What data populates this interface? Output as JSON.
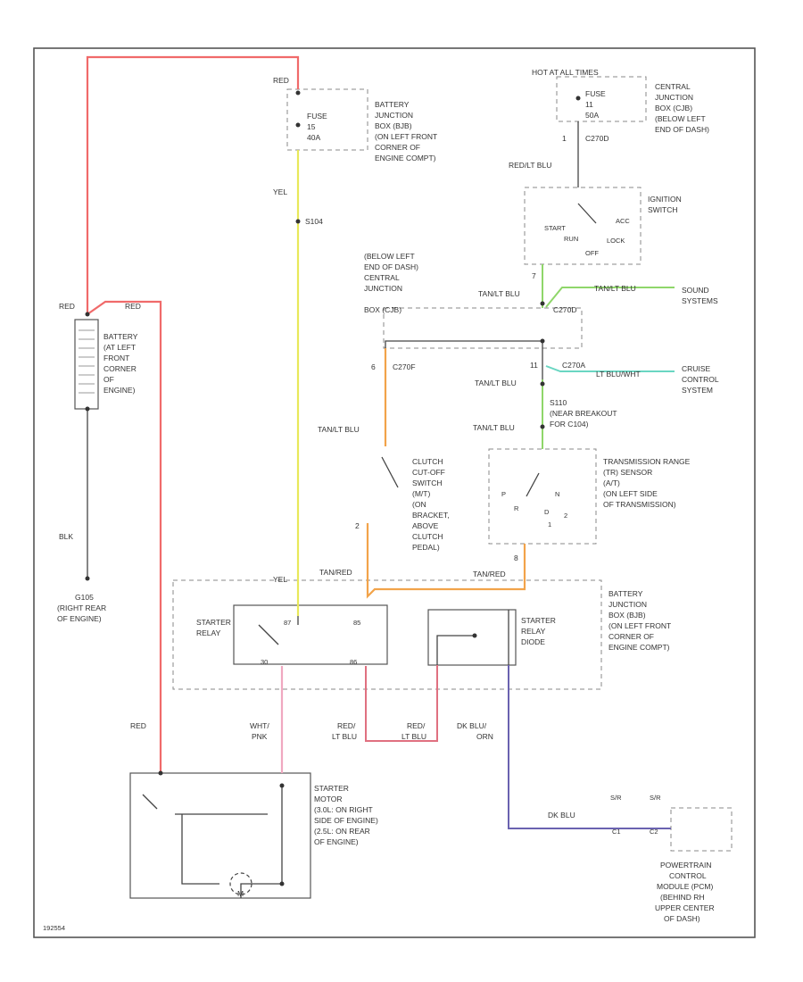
{
  "colors": {
    "red": "#f06a6a",
    "yellow": "#e8e85a",
    "orange": "#f2a34a",
    "green": "#8fd66a",
    "teal": "#6ad6c2",
    "purple": "#6a62b0",
    "pink": "#f0a8c0",
    "black": "#444444"
  },
  "labels": {
    "red_top": "RED",
    "fuse_bjb": "FUSE",
    "fuse_bjb_num": "15",
    "fuse_bjb_amp": "40A",
    "bjb_top_1": "BATTERY",
    "bjb_top_2": "JUNCTION",
    "bjb_top_3": "BOX (BJB)",
    "bjb_top_4": "(ON LEFT FRONT",
    "bjb_top_5": "CORNER OF",
    "bjb_top_6": "ENGINE COMPT)",
    "yel": "YEL",
    "s104": "S104",
    "red_batt": "RED",
    "red_batt2": "RED",
    "battery_1": "BATTERY",
    "battery_2": "(AT LEFT",
    "battery_3": "FRONT",
    "battery_4": "CORNER",
    "battery_5": "OF",
    "battery_6": "ENGINE)",
    "blk": "BLK",
    "g105_1": "G105",
    "g105_2": "(RIGHT REAR",
    "g105_3": "OF ENGINE)",
    "hot_at_all": "HOT AT ALL TIMES",
    "fuse_cjb": "FUSE",
    "fuse_cjb_num": "11",
    "fuse_cjb_amp": "50A",
    "cjb_top_1": "CENTRAL",
    "cjb_top_2": "JUNCTION",
    "cjb_top_3": "BOX (CJB)",
    "cjb_top_4": "(BELOW LEFT",
    "cjb_top_5": "END OF DASH)",
    "c270d_1": "1",
    "c270d": "C270D",
    "redlt_blu": "RED/LT BLU",
    "ign_1": "IGNITION",
    "ign_2": "SWITCH",
    "ign_start": "START",
    "ign_run": "RUN",
    "ign_acc": "ACC",
    "ign_lock": "LOCK",
    "ign_off": "OFF",
    "cjb_mid_1": "(BELOW LEFT",
    "cjb_mid_2": "END OF DASH)",
    "cjb_mid_3": "CENTRAL",
    "cjb_mid_4": "JUNCTION",
    "cjb_mid_5": "BOX (CJB)",
    "pin_7": "7",
    "tanlt_blu_1": "TAN/LT BLU",
    "c270d_2": "C270D",
    "tanlt_blu_sound": "TAN/LT BLU",
    "sound_1": "SOUND",
    "sound_2": "SYSTEMS",
    "pin_6": "6",
    "c270f": "C270F",
    "pin_11": "11",
    "c270a": "C270A",
    "lt_bluwht": "LT BLU/WHT",
    "cruise_1": "CRUISE",
    "cruise_2": "CONTROL",
    "cruise_3": "SYSTEM",
    "tanlt_blu_2": "TAN/LT BLU",
    "s110": "S110",
    "s110_note_1": "(NEAR BREAKOUT",
    "s110_note_2": "FOR C104)",
    "tanlt_blu_3": "TAN/LT BLU",
    "tanlt_blu_4": "TAN/LT BLU",
    "clutch_1": "CLUTCH",
    "clutch_2": "CUT-OFF",
    "clutch_3": "SWITCH",
    "clutch_4": "(M/T)",
    "clutch_5": "(ON",
    "clutch_6": "BRACKET,",
    "clutch_7": "ABOVE",
    "clutch_8": "CLUTCH",
    "clutch_9": "PEDAL)",
    "pin_2": "2",
    "tr_1": "TRANSMISSION RANGE",
    "tr_2": "(TR) SENSOR",
    "tr_3": "(A/T)",
    "tr_4": "(ON LEFT SIDE",
    "tr_5": "OF TRANSMISSION)",
    "tr_p": "P",
    "tr_r": "R",
    "tr_n": "N",
    "tr_d": "D",
    "tr_2g": "2",
    "tr_1g": "1",
    "pin_8": "8",
    "tanred_1": "TAN/RED",
    "tanred_2": "TAN/RED",
    "yel_relay": "YEL",
    "starter_relay_1": "STARTER",
    "starter_relay_2": "RELAY",
    "relay_87": "87",
    "relay_85": "85",
    "relay_30": "30",
    "relay_86": "86",
    "diode_1": "STARTER",
    "diode_2": "RELAY",
    "diode_3": "DIODE",
    "bjb_bot_1": "BATTERY",
    "bjb_bot_2": "JUNCTION",
    "bjb_bot_3": "BOX (BJB)",
    "bjb_bot_4": "(ON LEFT FRONT",
    "bjb_bot_5": "CORNER OF",
    "bjb_bot_6": "ENGINE COMPT)",
    "red_motor": "RED",
    "whtpnk_1": "WHT/",
    "whtpnk_2": "PNK",
    "redlt_blu_a1": "RED/",
    "redlt_blu_a2": "LT BLU",
    "redlt_blu_b1": "RED/",
    "redlt_blu_b2": "LT BLU",
    "dkblu_orn_1": "DK BLU/",
    "dkblu_orn_2": "ORN",
    "dkblu_pcm": "DK BLU",
    "motor_1": "STARTER",
    "motor_2": "MOTOR",
    "motor_3": "(3.0L: ON RIGHT",
    "motor_4": "SIDE OF ENGINE)",
    "motor_5": "(2.5L: ON REAR",
    "motor_6": "OF ENGINE)",
    "motor_m": "M",
    "pcm_1": "POWERTRAIN",
    "pcm_2": "CONTROL",
    "pcm_3": "MODULE (PCM)",
    "pcm_4": "(BEHIND RH",
    "pcm_5": "UPPER CENTER",
    "pcm_6": "OF DASH)",
    "pcm_sr1": "S/R",
    "pcm_sr2": "S/R",
    "pcm_c1": "C1",
    "pcm_c2": "C2",
    "figure_id": "192554"
  }
}
